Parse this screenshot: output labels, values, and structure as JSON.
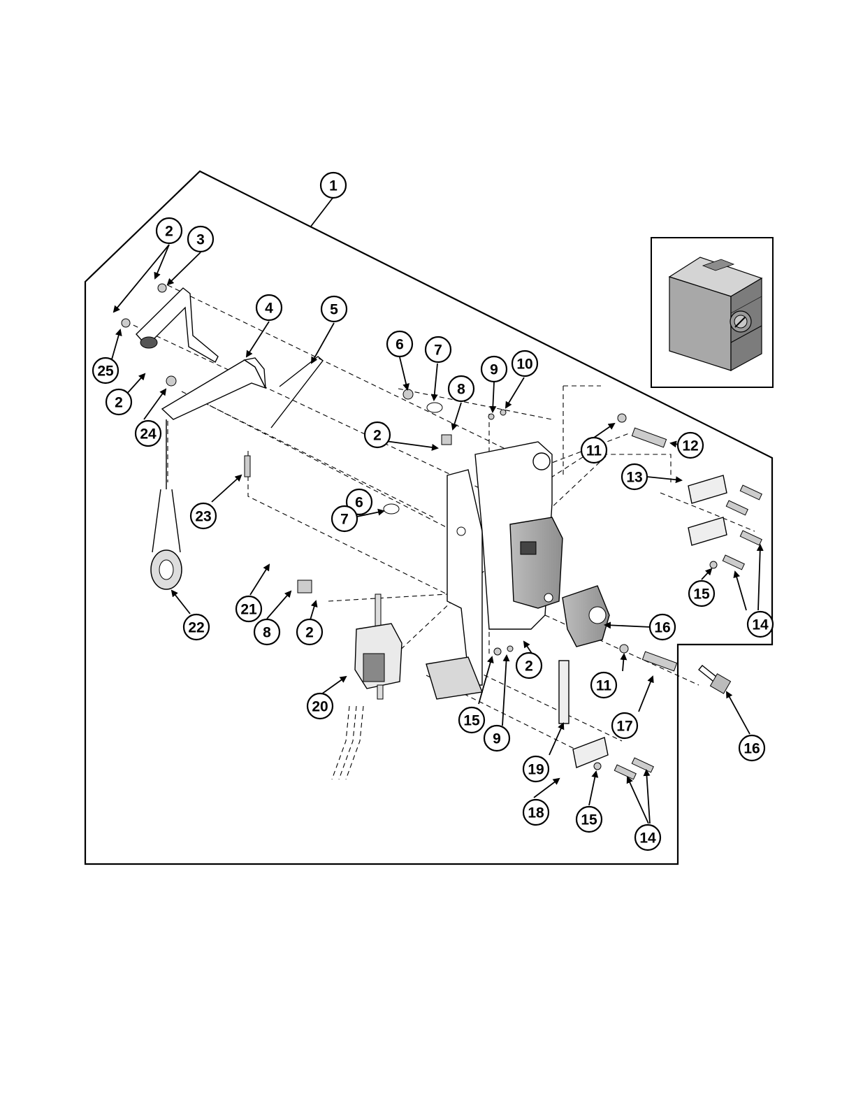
{
  "diagram": {
    "callouts": [
      "1",
      "2",
      "2",
      "2",
      "2",
      "2",
      "3",
      "4",
      "5",
      "6",
      "6",
      "7",
      "7",
      "8",
      "8",
      "9",
      "9",
      "10",
      "11",
      "11",
      "12",
      "13",
      "14",
      "14",
      "15",
      "15",
      "15",
      "16",
      "16",
      "17",
      "18",
      "19",
      "20",
      "21",
      "22",
      "23",
      "24",
      "25"
    ]
  }
}
